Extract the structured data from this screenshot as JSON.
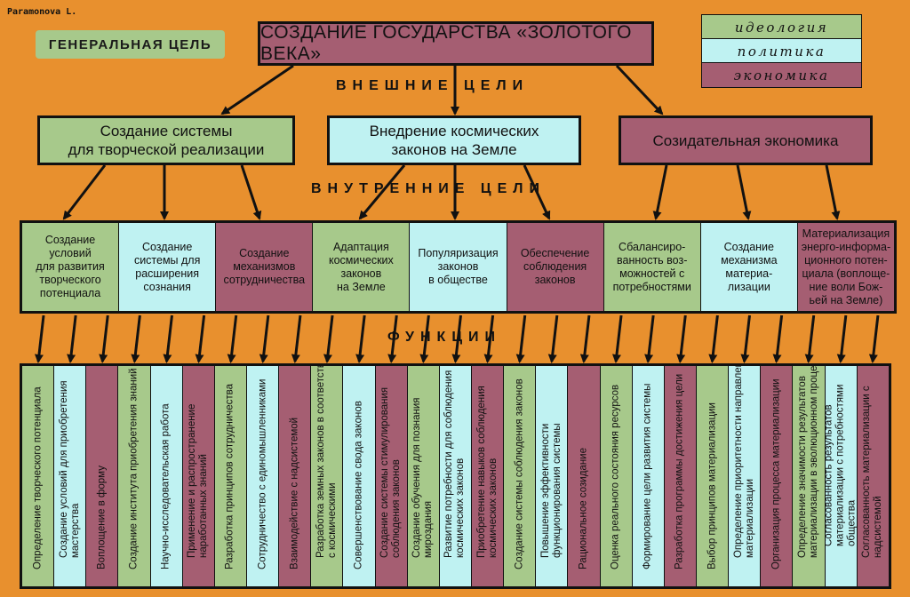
{
  "author": "Paramonova L.",
  "general_goal_label": "ГЕНЕРАЛЬНАЯ ЦЕЛЬ",
  "main_goal": "СОЗДАНИЕ ГОСУДАРСТВА «ЗОЛОТОГО ВЕКА»",
  "legend": [
    {
      "label": "идеология",
      "color": "#a7c98b"
    },
    {
      "label": "политика",
      "color": "#bff2f2"
    },
    {
      "label": "экономика",
      "color": "#a55e72"
    }
  ],
  "external_goals_label": "ВНЕШНИЕ ЦЕЛИ",
  "internal_goals_label": "ВНУТРЕННИЕ ЦЕЛИ",
  "functions_label": "ФУНКЦИИ",
  "external_goals": [
    {
      "text": "Создание системы\nдля творческой реализации",
      "category": "g"
    },
    {
      "text": "Внедрение космических\nзаконов на Земле",
      "category": "c"
    },
    {
      "text": "Созидательная экономика",
      "category": "m"
    }
  ],
  "internal_goals": [
    {
      "text": "Создание\nусловий\nдля развития\nтворческого\nпотенциала",
      "category": "g"
    },
    {
      "text": "Создание\nсистемы для\nрасширения\nсознания",
      "category": "c"
    },
    {
      "text": "Создание\nмеханизмов\nсотрудничества",
      "category": "m"
    },
    {
      "text": "Адаптация\nкосмических\nзаконов\nна Земле",
      "category": "g"
    },
    {
      "text": "Популяризация\nзаконов\nв обществе",
      "category": "c"
    },
    {
      "text": "Обеспечение\nсоблюдения\nзаконов",
      "category": "m"
    },
    {
      "text": "Сбалансиро-\nванность воз-\nможностей с\nпотребностями",
      "category": "g"
    },
    {
      "text": "Создание\nмеханизма\nматериа-\nлизации",
      "category": "c"
    },
    {
      "text": "Материализация\nэнерго-информа-\nционного потен-\nциала (воплоще-\nние воли Бож-\nьей на Земле)",
      "category": "m"
    }
  ],
  "functions": [
    {
      "text": "Определение творческого потенциала",
      "category": "g"
    },
    {
      "text": "Создание условий для приобретения мастерства",
      "category": "c"
    },
    {
      "text": "Воплощение в форму",
      "category": "m"
    },
    {
      "text": "Создание института приобретения знаний",
      "category": "g"
    },
    {
      "text": "Научно-исследовательская работа",
      "category": "c"
    },
    {
      "text": "Применение и распространение наработанных знаний",
      "category": "m"
    },
    {
      "text": "Разработка принципов сотрудничества",
      "category": "g"
    },
    {
      "text": "Сотрудничество с единомышленниками",
      "category": "c"
    },
    {
      "text": "Взаимодействие с надсистемой",
      "category": "m"
    },
    {
      "text": "Разработка земных законов в соответствии с космическими",
      "category": "g"
    },
    {
      "text": "Совершенствование свода законов",
      "category": "c"
    },
    {
      "text": "Создание системы стимулирования соблюдения законов",
      "category": "m"
    },
    {
      "text": "Создание обучения для познания мироздания",
      "category": "g"
    },
    {
      "text": "Развитие потребности для соблюдения космических законов",
      "category": "c"
    },
    {
      "text": "Приобретение навыков соблюдения космических законов",
      "category": "m"
    },
    {
      "text": "Создание системы соблюдения законов",
      "category": "g"
    },
    {
      "text": "Повышение эффективности функционирования системы",
      "category": "c"
    },
    {
      "text": "Рациональное созидание",
      "category": "m"
    },
    {
      "text": "Оценка реального состояния ресурсов",
      "category": "g"
    },
    {
      "text": "Формирование цели развития системы",
      "category": "c"
    },
    {
      "text": "Разработка программы достижения цели",
      "category": "m"
    },
    {
      "text": "Выбор принципов материализации",
      "category": "g"
    },
    {
      "text": "Определение приоритетности направления материализации",
      "category": "c"
    },
    {
      "text": "Организация процесса материализации",
      "category": "m"
    },
    {
      "text": "Определение значимости результатов материализации в эволюционном процессе",
      "category": "g"
    },
    {
      "text": "Согласованность результатов материализации с потребностями общества",
      "category": "c"
    },
    {
      "text": "Согласованность материализации с надсистемой",
      "category": "m"
    }
  ]
}
